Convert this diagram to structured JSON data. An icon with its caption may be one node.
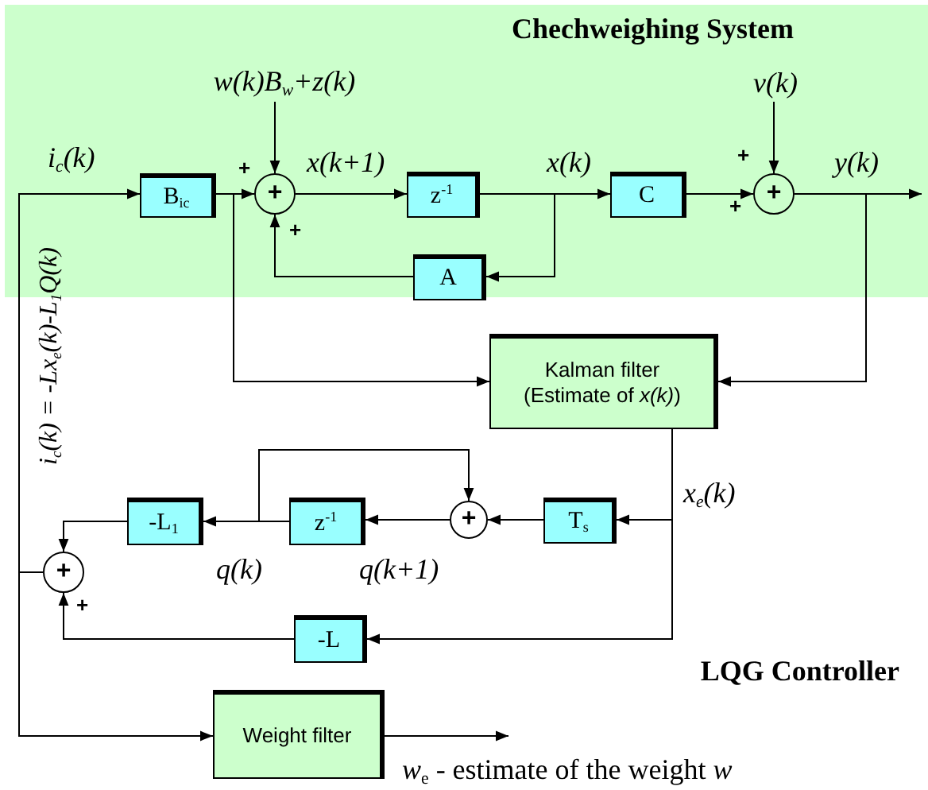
{
  "diagram": {
    "nodes": [
      {
        "text": [
          "Chechweighing System"
        ]
      },
      {
        "text": [
          "B$_{ic}$"
        ],
        "in": 0
      },
      {
        "text": [
          "+"
        ],
        "in": 0
      },
      {
        "text": [
          "z$^{-1}$"
        ],
        "in": 0
      },
      {
        "text": [
          "C"
        ],
        "in": 0
      },
      {
        "text": [
          "+"
        ],
        "in": 0
      },
      {
        "text": [
          "A"
        ],
        "in": 0
      },
      {
        "text": [
          "Kalman filter (Estimate of *x(k)*)"
        ]
      },
      {
        "text": [
          "T$_{s}$"
        ]
      },
      {
        "text": [
          "+"
        ]
      },
      {
        "text": [
          "z$^{-1}$"
        ]
      },
      {
        "text": [
          "-L$_{1}$"
        ]
      },
      {
        "text": [
          "+"
        ]
      },
      {
        "text": [
          "-L"
        ]
      },
      {
        "text": [
          "Weight filter"
        ]
      },
      {
        "text": [
          "w(k)B$_{w}$+z(k)"
        ],
        "in": 0
      },
      {
        "text": [
          "v(k)"
        ],
        "in": 0
      }
    ],
    "edges": [
      {
        "from": 12,
        "to": 1,
        "arrow": "to",
        "label": "i$_{c}$(k)"
      },
      {
        "from": 1,
        "to": 2,
        "arrow": "to"
      },
      {
        "from": 15,
        "to": 2,
        "arrow": "to"
      },
      {
        "from": 2,
        "to": 3,
        "arrow": "to",
        "label": "x(k+1)"
      },
      {
        "from": 3,
        "to": 4,
        "arrow": "to",
        "label": "x(k)"
      },
      {
        "from": 3,
        "to": 6,
        "arrow": "to"
      },
      {
        "from": 6,
        "to": 2,
        "arrow": "to"
      },
      {
        "from": 4,
        "to": 5,
        "arrow": "to"
      },
      {
        "from": 16,
        "to": 5,
        "arrow": "to"
      },
      {
        "from": 5,
        "to": null,
        "arrow": "to",
        "label": "y(k)"
      },
      {
        "from": 5,
        "to": 7,
        "arrow": "to"
      },
      {
        "from": 1,
        "to": 7,
        "arrow": "to"
      },
      {
        "from": 7,
        "to": 8,
        "arrow": "to",
        "label": "x$_{e}$(k)"
      },
      {
        "from": 7,
        "to": 13,
        "arrow": "to"
      },
      {
        "from": 8,
        "to": 9,
        "arrow": "to"
      },
      {
        "from": 9,
        "to": 10,
        "arrow": "to",
        "label": "q(k+1)"
      },
      {
        "from": 10,
        "to": 11,
        "arrow": "to",
        "label": "q(k)"
      },
      {
        "from": 10,
        "to": 9,
        "arrow": "to"
      },
      {
        "from": 11,
        "to": 12,
        "arrow": "to"
      },
      {
        "from": 13,
        "to": 12,
        "arrow": "to"
      },
      {
        "from": 12,
        "to": 14,
        "arrow": "to"
      },
      {
        "from": 14,
        "to": null,
        "arrow": "to",
        "label": "*w*$_{e}$ - estimate of the weight *w*"
      }
    ],
    "labels": [
      "+",
      "+",
      "+",
      "+",
      "+",
      "i$_{c}$(k) = -Lx$_{e}$(k)-L$_{1}$Q(k)",
      "LQG Controller"
    ]
  }
}
